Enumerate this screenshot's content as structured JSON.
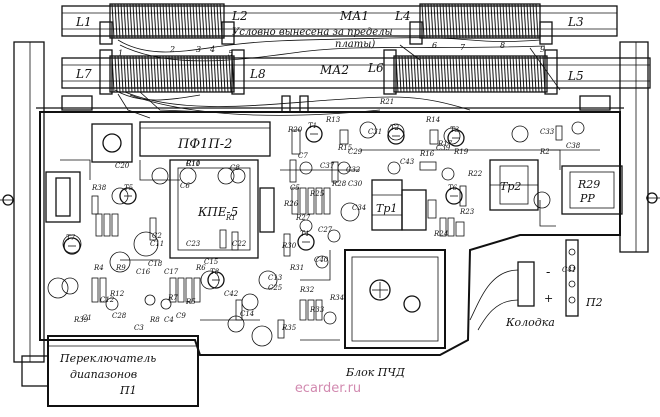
{
  "watermark": "ecarder.ru",
  "ferrite_rods": {
    "ma1": "МА1",
    "ma2": "МА2",
    "note_line1": "Условно вынесена за пределы",
    "note_line2": "платы)"
  },
  "coils": {
    "l1": "L1",
    "l2": "L2",
    "l3": "L3",
    "l4": "L4",
    "l5": "L5",
    "l6": "L6",
    "l7": "L7",
    "l8": "L8"
  },
  "modules": {
    "pf1p": "ПФ1П-2",
    "kpe": "КПЕ-5",
    "pchd": "Блок ПЧД",
    "switch_line1": "Переключатель",
    "switch_line2": "диапазонов",
    "switch_line3": "П1",
    "socket": "Колодка",
    "p2": "П2",
    "r29": "R29",
    "rr": "РР",
    "tp1": "Тр1",
    "tp2": "Тр2"
  },
  "transistors": [
    "Т1",
    "Т2",
    "Т3",
    "Т4",
    "Т5",
    "Т6",
    "Т7",
    "Т8"
  ],
  "designators": [
    "C10",
    "C8",
    "C6",
    "C23",
    "C22",
    "C20",
    "C2",
    "C18",
    "C25",
    "C27",
    "C34",
    "C32",
    "C31",
    "C33",
    "C38",
    "C37",
    "C39",
    "C41",
    "C42",
    "C14",
    "C13",
    "C15",
    "C16",
    "C17",
    "C9",
    "C11",
    "C7",
    "C5",
    "C12",
    "C1",
    "C3",
    "C4",
    "C28",
    "C29",
    "C30",
    "C40",
    "C43",
    "R13",
    "R14",
    "R15",
    "R16",
    "R17",
    "R19",
    "R20",
    "R21",
    "R22",
    "R23",
    "R24",
    "R25",
    "R26",
    "R27",
    "R28",
    "R30",
    "R31",
    "R32",
    "R33",
    "R34",
    "R35",
    "R2",
    "R1",
    "R38",
    "R39",
    "R4",
    "R5",
    "R6",
    "R7",
    "R8",
    "R9",
    "R12",
    "R11"
  ],
  "pins": [
    "1",
    "2",
    "3",
    "4",
    "5",
    "6",
    "7",
    "8",
    "9"
  ],
  "socket_marks": [
    "-",
    "+"
  ]
}
